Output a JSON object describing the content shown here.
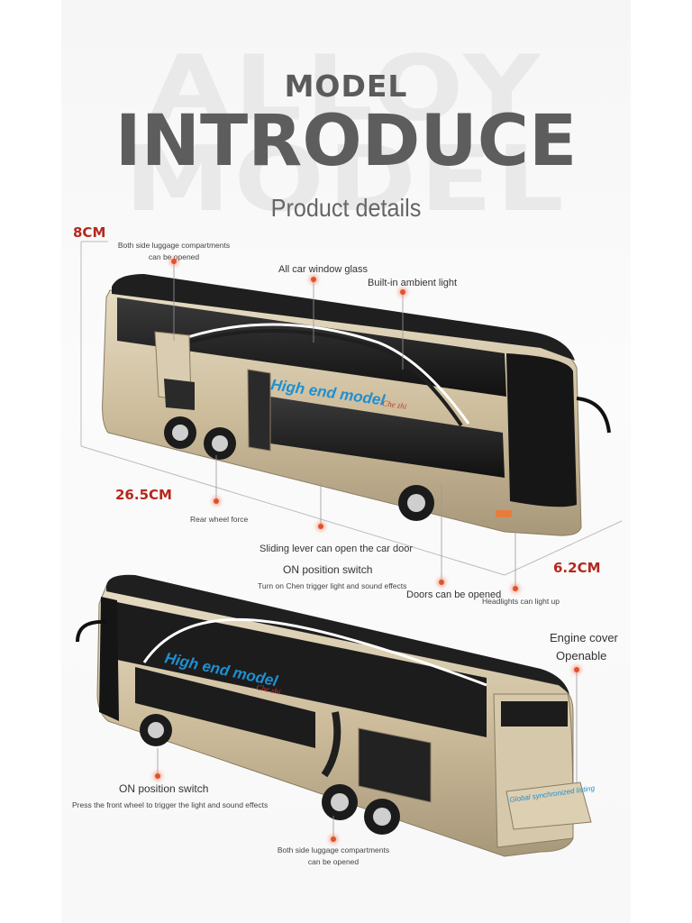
{
  "header": {
    "background_word": "ALLOY MODEL",
    "title_line1": "MODEL",
    "title_line2": "INTRODUCE",
    "subtitle": "Product details"
  },
  "dimensions": {
    "height": "8CM",
    "length": "26.5CM",
    "width": "6.2CM"
  },
  "bus": {
    "side_text": "High end model",
    "brand_script": "Che zhi",
    "rear_text": "Global synchronized listing"
  },
  "callouts_top": {
    "luggage": "Both side luggage compartments can be opened",
    "window_glass": "All car window glass",
    "ambient_light": "Built-in ambient light",
    "rear_wheel": "Rear wheel force",
    "sliding_lever": "Sliding lever can open the car door",
    "on_switch": "ON position switch",
    "on_switch_desc": "Turn on Chen trigger light and sound effects",
    "doors": "Doors can be opened",
    "headlights": "Headlights can light up"
  },
  "callouts_bottom": {
    "engine_cover_1": "Engine cover",
    "engine_cover_2": "Openable",
    "on_switch": "ON position switch",
    "on_switch_desc": "Press the front wheel to trigger the light and sound effects",
    "luggage": "Both side luggage compartments can be opened"
  },
  "colors": {
    "accent_red": "#b5281e",
    "callout_dot": "#e0522e",
    "body_champagne": "#cdbd9c",
    "roof_black": "#1f1f1f",
    "script_blue": "#1f8fd0"
  }
}
